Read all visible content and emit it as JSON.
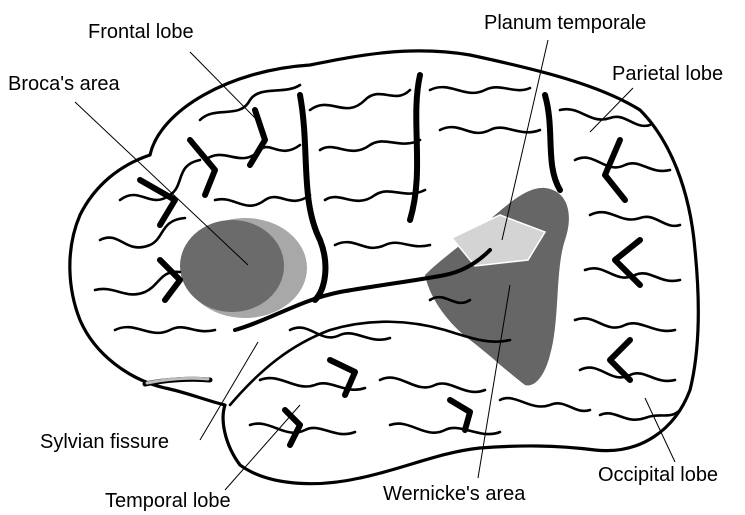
{
  "labels": {
    "frontal_lobe": "Frontal lobe",
    "planum_temporale": "Planum temporale",
    "brocas_area": "Broca's area",
    "parietal_lobe": "Parietal lobe",
    "sylvian_fissure": "Sylvian fissure",
    "temporal_lobe": "Temporal lobe",
    "wernickes_area": "Wernicke's area",
    "occipital_lobe": "Occipital lobe"
  },
  "colors": {
    "outline": "#000000",
    "background": "#ffffff",
    "brocas_region": "#6b6b6b",
    "brocas_halo": "#a8a8a8",
    "wernickes_region": "#666666",
    "planum_region": "#d4d4d4",
    "vessel_highlight": "#bdbdbd"
  }
}
